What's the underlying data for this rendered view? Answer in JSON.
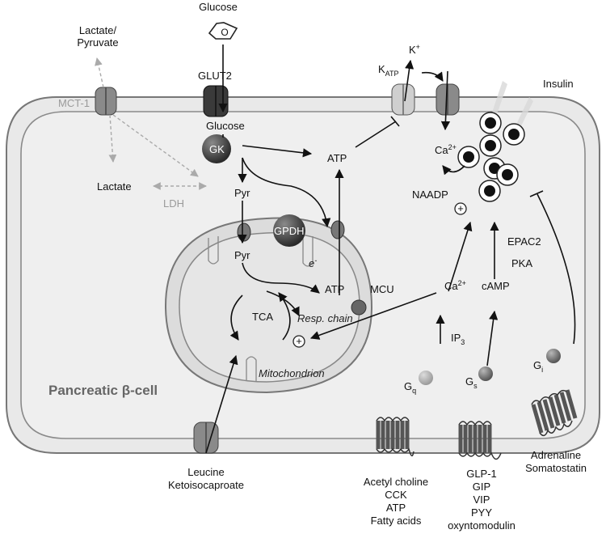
{
  "cell": {
    "title_prefix": "Pancreatic ",
    "title_greek": "β",
    "title_suffix": "-cell"
  },
  "labels": {
    "glucose_top": "Glucose",
    "glucose_ring": "O",
    "glut2": "GLUT2",
    "glucose_inner": "Glucose",
    "gk": "GK",
    "pyr1": "Pyr",
    "pyr2": "Pyr",
    "gpdh": "GPDH",
    "e_minus": "e",
    "e_minus_sup": "-",
    "atp_top": "ATP",
    "atp_mito": "ATP",
    "tca": "TCA",
    "resp_chain": "Resp. chain",
    "mitochondrion": "Mitochondrion",
    "lactate_pyruvate_1": "Lactate/",
    "lactate_pyruvate_2": "Pyruvate",
    "mct1": "MCT-1",
    "lactate": "Lactate",
    "ldh": "LDH",
    "k_plus": "K",
    "k_plus_sup": "+",
    "katp": "K",
    "katp_sub": "ATP",
    "ca_top": "Ca",
    "ca_top_sup": "2+",
    "naadp": "NAADP",
    "insulin": "Insulin",
    "epac2": "EPAC2",
    "pka": "PKA",
    "mcu": "MCU",
    "ca_mid": "Ca",
    "ca_mid_sup": "2+",
    "camp": "cAMP",
    "ip3": "IP",
    "ip3_sub": "3",
    "gq": "G",
    "gq_sub": "q",
    "gs": "G",
    "gs_sub": "s",
    "gi": "G",
    "gi_sub": "i",
    "plus": "+",
    "leucine_1": "Leucine",
    "leucine_2": "Ketoisocaproate",
    "ligands_gq": [
      "Acetyl choline",
      "CCK",
      "ATP",
      "Fatty acids"
    ],
    "ligands_gs": [
      "GLP-1",
      "GIP",
      "VIP",
      "PYY",
      "oxyntomodulin"
    ],
    "ligands_gi": [
      "Adrenaline",
      "Somatostatin"
    ]
  }
}
